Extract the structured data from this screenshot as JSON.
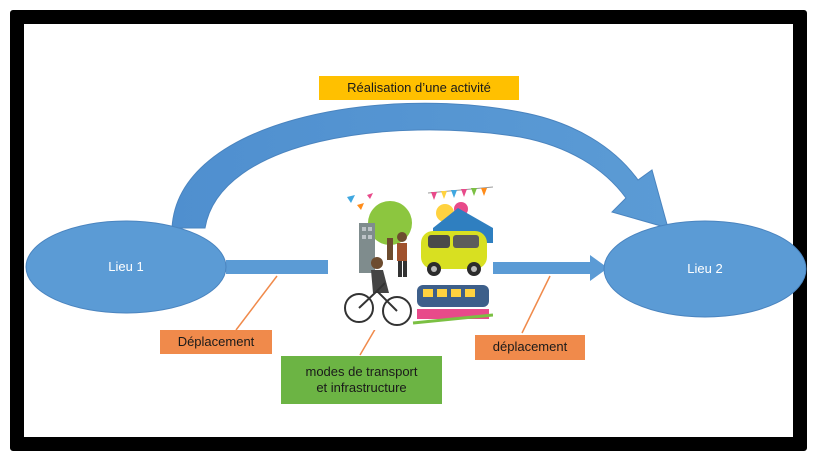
{
  "diagram": {
    "place_1": "Lieu 1",
    "place_2": "Lieu 2",
    "activity_label": "Réalisation d’une activité",
    "travel_left_label": "Déplacement",
    "travel_right_label": "déplacement",
    "transport_label_line1": "modes de transport",
    "transport_label_line2": "et infrastructure",
    "illustration_icon": "urban-mobility-illustration-icon",
    "colors": {
      "node": "#5b9bd5",
      "arrow": "#5b9bd5",
      "activity_box": "#ffc000",
      "travel_box": "#f08a4b",
      "transport_box": "#6cb444",
      "leader_line": "#f08a4b"
    }
  }
}
